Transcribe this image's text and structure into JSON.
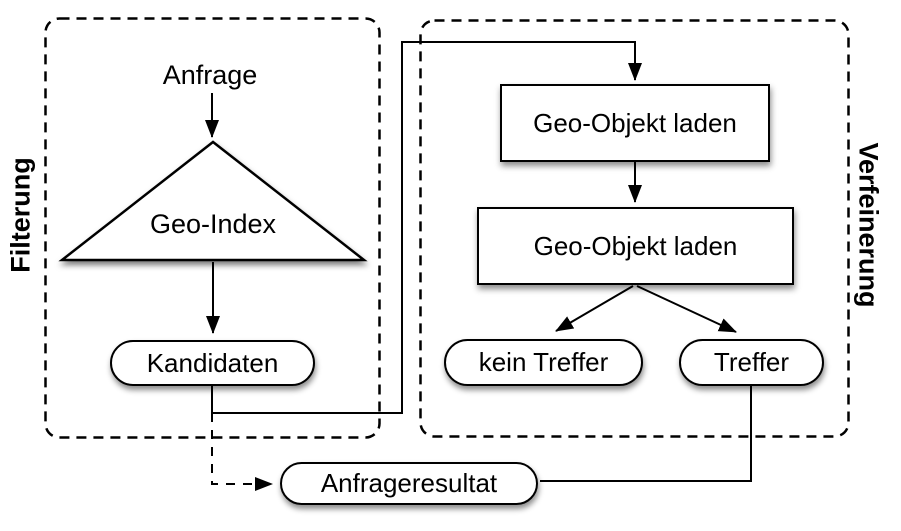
{
  "diagram": {
    "background": "#ffffff",
    "stroke_color": "#000000",
    "node_fill": "#ffffff",
    "filtering": {
      "group_label": "Filterung",
      "query_label": "Anfrage",
      "index_label": "Geo-Index",
      "candidates_label": "Kandidaten"
    },
    "refinement": {
      "group_label": "Verfeinerung",
      "load_step_1_label": "Geo-Objekt laden",
      "load_step_2_label": "Geo-Objekt laden",
      "no_hit_label": "kein Treffer",
      "hit_label": "Treffer"
    },
    "result_label": "Anfrageresultat"
  }
}
